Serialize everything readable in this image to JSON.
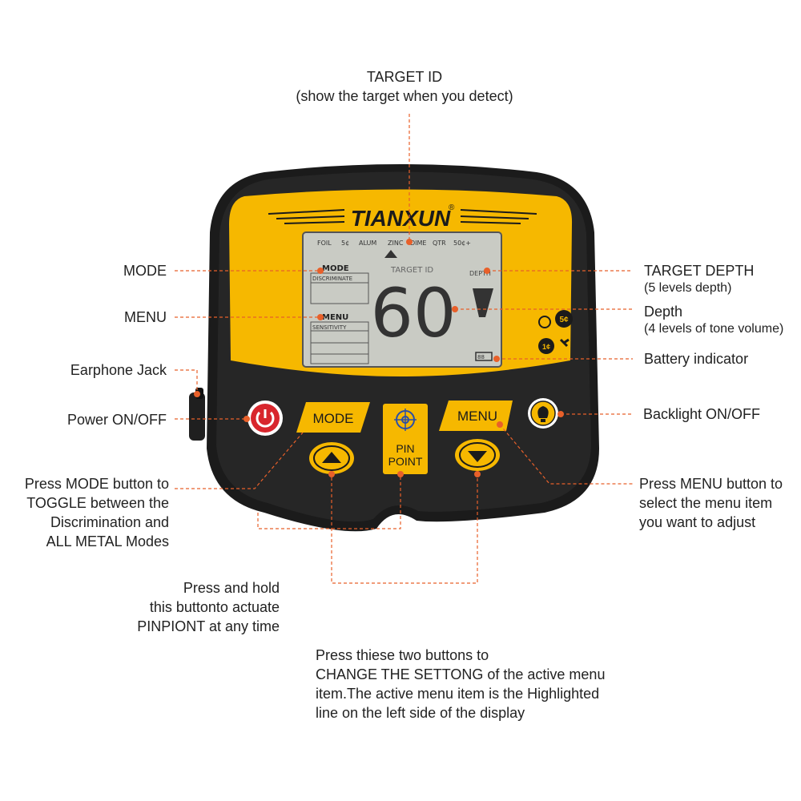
{
  "device": {
    "brand": "TIANXUN",
    "registered": "®",
    "lcd": {
      "categories": [
        "FOIL",
        "5¢",
        "ALUM",
        "ZINC",
        "DIME",
        "QTR",
        "50¢+"
      ],
      "target_id_label": "TARGET ID",
      "target_value": "60",
      "mode_label": "MODE",
      "mode_value": "DISCRIMINATE",
      "menu_label": "MENU",
      "menu_value": "SENSITIVITY",
      "depth_label": "DEPTH",
      "battery": "88"
    },
    "coin_5": "5¢",
    "coin_1": "1¢",
    "buttons": {
      "mode": "MODE",
      "menu": "MENU",
      "pinpoint_1": "PIN",
      "pinpoint_2": "POINT"
    },
    "colors": {
      "body": "#1a1a1a",
      "yellow": "#f6b800",
      "lcd": "#c9cbc4",
      "power": "#d8262d",
      "callout": "#e8602a"
    }
  },
  "callouts": {
    "target_id": {
      "title": "TARGET ID",
      "subtitle": "(show the target when you detect)"
    },
    "mode": "MODE",
    "menu": "MENU",
    "earphone": "Earphone Jack",
    "power": "Power ON/OFF",
    "press_mode": [
      "Press MODE button to",
      "TOGGLE between the",
      "Discrimination and",
      "ALL METAL Modes"
    ],
    "target_depth": {
      "title": "TARGET DEPTH",
      "subtitle": "(5 levels depth)"
    },
    "depth": {
      "title": "Depth",
      "subtitle": "(4 levels of tone volume)"
    },
    "battery": "Battery indicator",
    "backlight": "Backlight ON/OFF",
    "press_menu": [
      "Press MENU button to",
      "select the menu item",
      "you want to adjust"
    ],
    "pinpoint": [
      "Press and hold",
      "this buttonto actuate",
      "PINPIONT at any time"
    ],
    "arrows": [
      "Press thiese two buttons to",
      "CHANGE THE SETTONG of the active menu",
      "item.The active menu item is the Highlighted",
      "line on the left side of the display"
    ]
  }
}
